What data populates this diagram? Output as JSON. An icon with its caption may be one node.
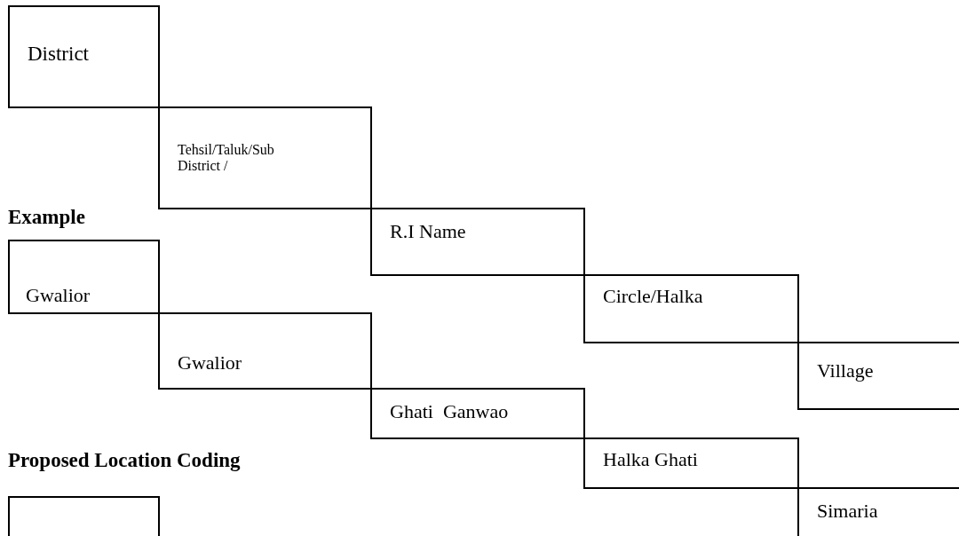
{
  "diagram": {
    "nodes": [
      {
        "text": [
          "District"
        ]
      },
      {
        "text": [
          "Tehsil/Taluk/Sub District /"
        ]
      },
      {
        "text": [
          "R.I Name"
        ]
      },
      {
        "text": [
          "Circle/Halka"
        ]
      },
      {
        "text": [
          "Village"
        ]
      },
      {
        "text": [
          "Gwalior"
        ]
      },
      {
        "text": [
          "Gwalior"
        ]
      },
      {
        "text": [
          "Ghati  Ganwao"
        ]
      },
      {
        "text": [
          "Halka Ghati"
        ]
      },
      {
        "text": [
          "Simaria"
        ]
      },
      {
        "text": [],
        "shape": "box"
      }
    ],
    "labels": [
      "Example",
      "Proposed Location Coding"
    ]
  }
}
